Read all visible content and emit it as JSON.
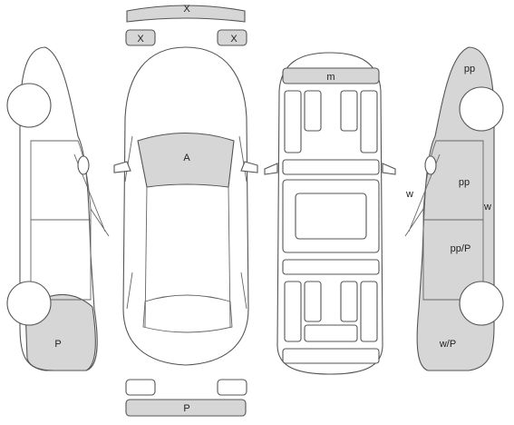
{
  "colors": {
    "damage_fill": "#d6d6d6",
    "outline": "#555555",
    "background": "#ffffff"
  },
  "labels": {
    "front_bumper": "X",
    "front_lamp_left": "X",
    "front_lamp_right": "X",
    "hood": "A",
    "roof_front_panel": "m",
    "left_rear_bumper_corner": "P",
    "rear_bumper": "P",
    "right_top": "pp",
    "right_front_door": "pp",
    "right_mirror_side": "w",
    "right_outer_edge": "w",
    "right_rear_door": "pp/P",
    "right_rear_corner": "w/P"
  }
}
